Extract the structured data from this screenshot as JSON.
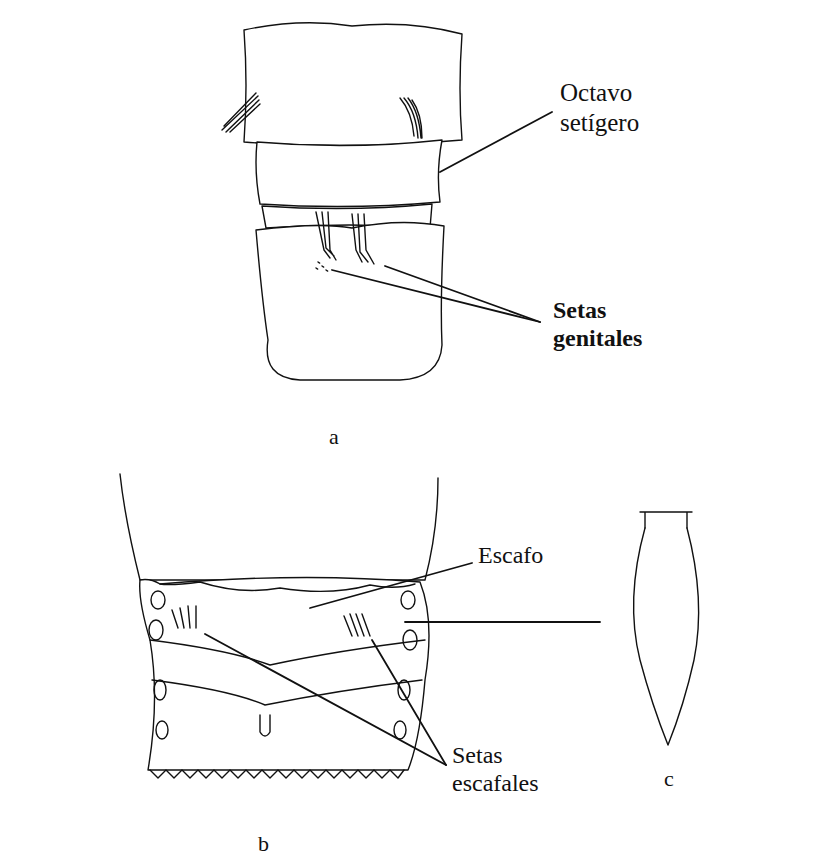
{
  "diagram": {
    "labels": [
      "Octavo setígero",
      "Setas genitales",
      "a",
      "Escafo",
      "Setas escafales",
      "c",
      "b"
    ]
  }
}
